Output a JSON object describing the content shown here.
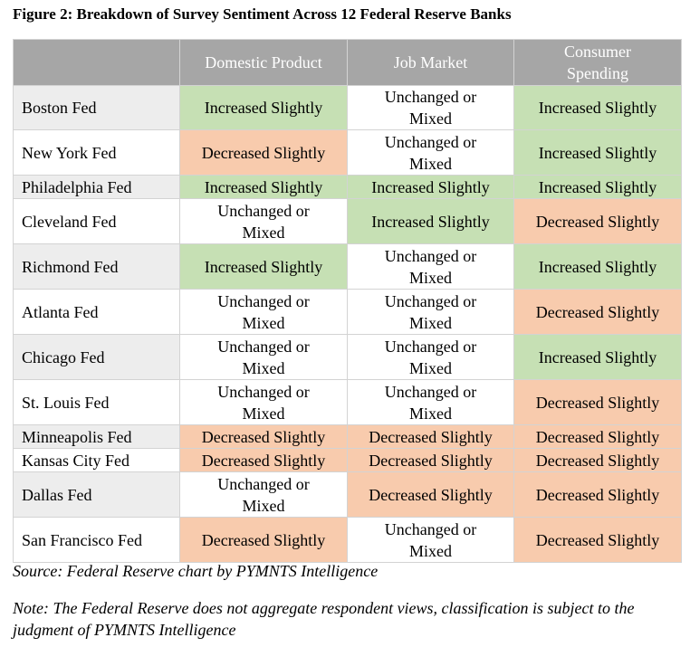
{
  "title": "Figure 2: Breakdown of Survey Sentiment Across 12 Federal Reserve Banks",
  "headers": [
    "",
    "Domestic Product",
    "Job Market",
    "Consumer Spending"
  ],
  "colors": {
    "increased": "#c6e0b4",
    "decreased": "#f8cbad",
    "unchanged": "#ffffff",
    "header": "#a6a6a6",
    "bank_alt": "#ededed"
  },
  "rows": [
    {
      "bank": "Boston Fed",
      "cells": [
        "Increased Slightly",
        "Unchanged or Mixed",
        "Increased Slightly"
      ]
    },
    {
      "bank": "New York Fed",
      "cells": [
        "Decreased Slightly",
        "Unchanged or Mixed",
        "Increased Slightly"
      ]
    },
    {
      "bank": "Philadelphia Fed",
      "cells": [
        "Increased Slightly",
        "Increased Slightly",
        "Increased Slightly"
      ]
    },
    {
      "bank": "Cleveland Fed",
      "cells": [
        "Unchanged or Mixed",
        "Increased Slightly",
        "Decreased Slightly"
      ]
    },
    {
      "bank": "Richmond Fed",
      "cells": [
        "Increased Slightly",
        "Unchanged or Mixed",
        "Increased Slightly"
      ]
    },
    {
      "bank": "Atlanta Fed",
      "cells": [
        "Unchanged or Mixed",
        "Unchanged or Mixed",
        "Decreased Slightly"
      ]
    },
    {
      "bank": "Chicago Fed",
      "cells": [
        "Unchanged or Mixed",
        "Unchanged or Mixed",
        "Increased Slightly"
      ]
    },
    {
      "bank": "St. Louis Fed",
      "cells": [
        "Unchanged or Mixed",
        "Unchanged or Mixed",
        "Decreased Slightly"
      ]
    },
    {
      "bank": "Minneapolis Fed",
      "cells": [
        "Decreased Slightly",
        "Decreased Slightly",
        "Decreased Slightly"
      ]
    },
    {
      "bank": "Kansas City Fed",
      "cells": [
        "Decreased Slightly",
        "Decreased Slightly",
        "Decreased Slightly"
      ]
    },
    {
      "bank": "Dallas Fed",
      "cells": [
        "Unchanged or Mixed",
        "Decreased Slightly",
        "Decreased Slightly"
      ]
    },
    {
      "bank": "San Francisco Fed",
      "cells": [
        "Decreased Slightly",
        "Unchanged or Mixed",
        "Decreased Slightly"
      ]
    }
  ],
  "source": "Source: Federal Reserve chart by PYMNTS Intelligence",
  "note": "Note: The Federal Reserve does not aggregate respondent views, classification is subject to the judgment of PYMNTS Intelligence"
}
